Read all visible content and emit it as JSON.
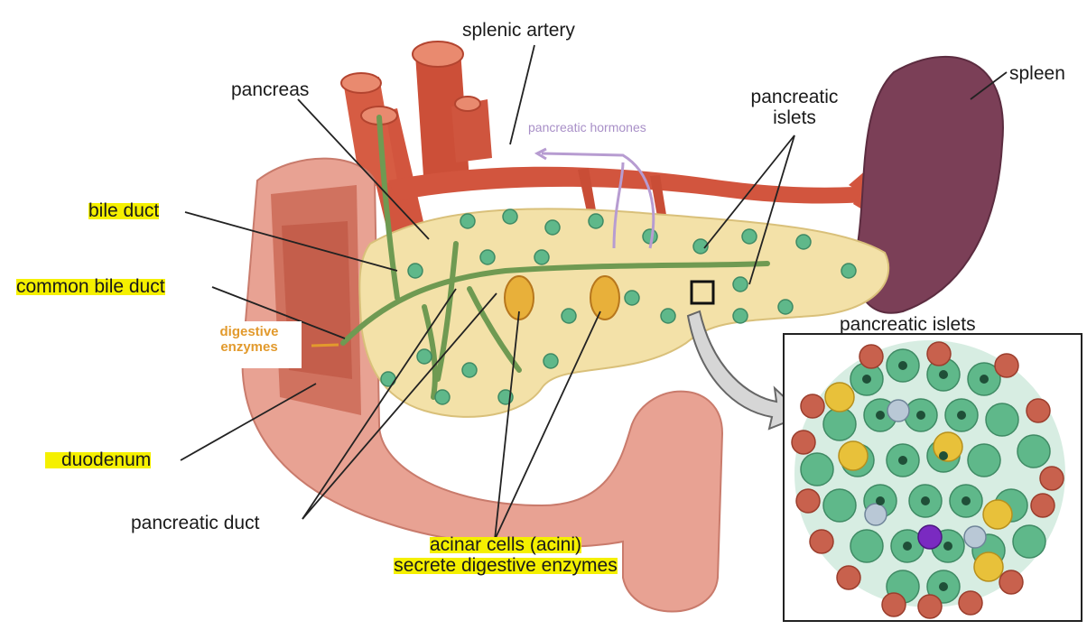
{
  "labels": {
    "splenic_artery": "splenic artery",
    "pancreas": "pancreas",
    "spleen": "spleen",
    "pancreatic_islets_top": [
      "pancreatic",
      "islets"
    ],
    "pancreatic_hormones": "pancreatic hormones",
    "bile_duct": "bile duct",
    "common_bile_duct": "common bile duct",
    "digestive_enzymes": [
      "digestive",
      "enzymes"
    ],
    "duodenum": "duodenum",
    "pancreatic_duct": "pancreatic duct",
    "acinar_cells": [
      "acinar cells (acini)",
      "secrete digestive enzymes"
    ],
    "pancreatic_islets_inset": "pancreatic islets"
  },
  "colors": {
    "highlight": "#f5f000",
    "artery": "#d2553e",
    "artery_light": "#e98a6f",
    "spleen": "#7b3f57",
    "pancreas": "#f3e1a8",
    "duodenum": "#e8a293",
    "duct": "#6f9a52",
    "islet_cell": "#5fb88a",
    "hormones": "#b79cd1",
    "enzymes": "#e29a2d"
  }
}
